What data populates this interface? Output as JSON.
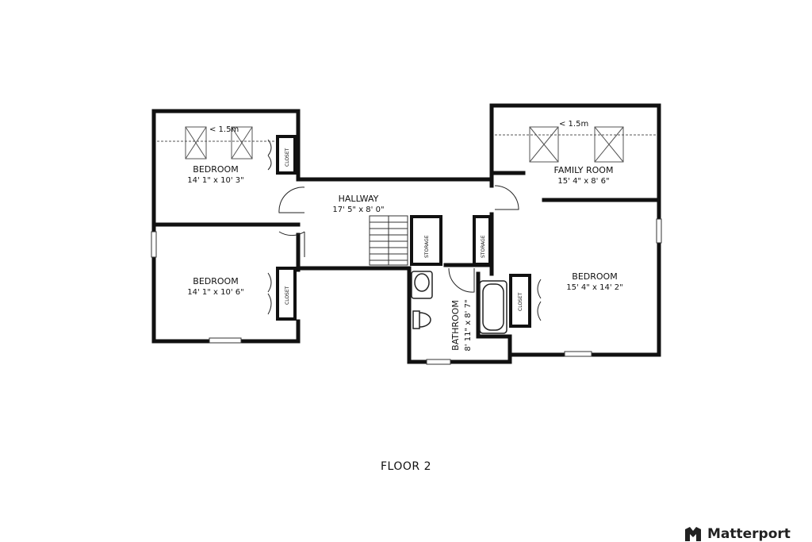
{
  "rooms": {
    "bedroom_top_left": {
      "name": "BEDROOM",
      "dims": "14' 1\" x 10' 3\""
    },
    "bedroom_bottom_left": {
      "name": "BEDROOM",
      "dims": "14' 1\" x 10' 6\""
    },
    "hallway": {
      "name": "HALLWAY",
      "dims": "17' 5\" x 8' 0\""
    },
    "family_room": {
      "name": "FAMILY ROOM",
      "dims": "15' 4\" x 8' 6\""
    },
    "bedroom_right": {
      "name": "BEDROOM",
      "dims": "15' 4\" x 14' 2\""
    },
    "bathroom": {
      "name": "BATHROOM",
      "dims": "8' 11\" x 8' 7\""
    }
  },
  "closets": {
    "label": "CLOSET"
  },
  "storage": {
    "label": "STORAGE"
  },
  "notes": {
    "low_ceiling": "< 1.5m"
  },
  "floor_label": "FLOOR 2",
  "brand": {
    "name": "Matterport"
  },
  "colors": {
    "wall": "#111111",
    "background": "#ffffff",
    "dashed_line": "#999999"
  }
}
